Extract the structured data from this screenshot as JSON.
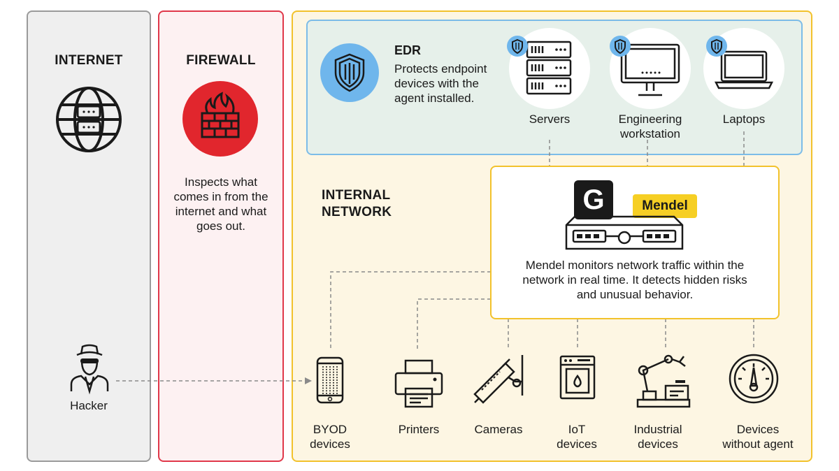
{
  "internet": {
    "title": "INTERNET",
    "icon": "globe-icon"
  },
  "firewall": {
    "title": "FIREWALL",
    "icon": "firewall-icon",
    "description": [
      "Inspects what",
      "comes in from the",
      "internet and what",
      "goes out."
    ]
  },
  "hacker": {
    "label": "Hacker",
    "icon": "hacker-icon"
  },
  "edr": {
    "title": "EDR",
    "description": [
      "Protects endpoint",
      "devices with the",
      "agent installed."
    ],
    "icon": "shield-icon",
    "devices": [
      {
        "label": [
          "Servers"
        ],
        "icon": "server-icon"
      },
      {
        "label": [
          "Engineering",
          "workstation"
        ],
        "icon": "monitor-icon"
      },
      {
        "label": [
          "Laptops"
        ],
        "icon": "laptop-icon"
      }
    ]
  },
  "internal_network": {
    "title": [
      "INTERNAL",
      "NETWORK"
    ]
  },
  "mendel": {
    "badge": "Mendel",
    "logo_letter": "G",
    "description": [
      "Mendel monitors network traffic within the",
      "network in real time. It detects hidden risks",
      "and unusual behavior."
    ]
  },
  "devices": [
    {
      "label": [
        "BYOD",
        "devices"
      ],
      "icon": "phone-icon"
    },
    {
      "label": [
        "Printers"
      ],
      "icon": "printer-icon"
    },
    {
      "label": [
        "Cameras"
      ],
      "icon": "camera-icon"
    },
    {
      "label": [
        "IoT",
        "devices"
      ],
      "icon": "iot-device-icon"
    },
    {
      "label": [
        "Industrial",
        "devices"
      ],
      "icon": "robot-arm-icon"
    },
    {
      "label": [
        "Devices",
        "without agent"
      ],
      "icon": "gauge-icon"
    }
  ],
  "colors": {
    "internet_bg": "#efefef",
    "internet_border": "#9a9a9a",
    "firewall_bg": "#fdf1f2",
    "firewall_border": "#e0384a",
    "firewall_icon": "#e1262d",
    "internal_bg": "#fdf6e3",
    "internal_border": "#f2c22c",
    "edr_bg": "#e6f0ea",
    "edr_border": "#7cbce8",
    "edr_icon": "#6fb6ec",
    "mendel_badge": "#f6cf24"
  }
}
